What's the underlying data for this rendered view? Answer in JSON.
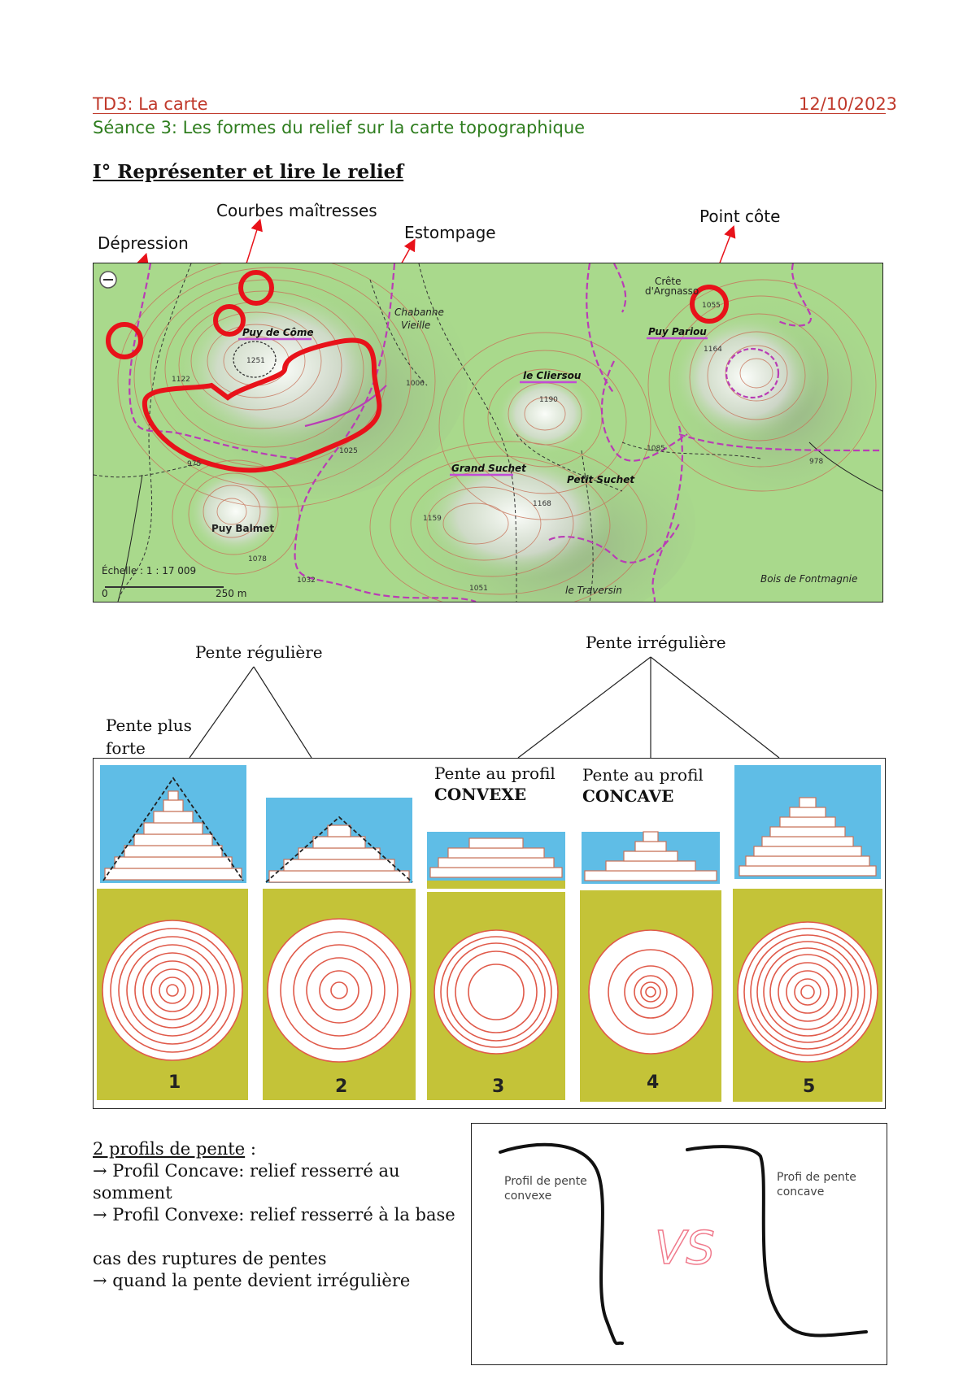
{
  "header": {
    "title": "TD3: La carte",
    "date": "12/10/2023",
    "subtitle": "Séance 3: Les formes du relief sur la carte topographique"
  },
  "section_title": "I° Représenter et lire le relief",
  "map_annotations": {
    "courbes": "Courbes maîtresses",
    "depression": "Dépression",
    "estompage": "Estompage",
    "point_cote": "Point  côte"
  },
  "map": {
    "places": {
      "puy_de_come": "Puy de Côme",
      "chabanne": "Chabanne",
      "vieille": "Vieille",
      "le_cliersou": "le Cliersou",
      "crete": "Crête",
      "argnat": "d'Argnasso",
      "puy_pariou": "Puy Pariou",
      "grand_suchet": "Grand Suchet",
      "petit_suchet": "Petit Suchet",
      "puy_balmet": "Puy Balmet",
      "traversin": "le Traversin",
      "bois": "Bois de Fontmagnie",
      "echelle": "Échelle : 1 : 17 009",
      "scale_start": "0",
      "scale_end": "250 m"
    },
    "elevations": [
      "1251",
      "1122",
      "1006",
      "1190",
      "1055",
      "1164",
      "1025",
      "975",
      "1159",
      "1168",
      "1078",
      "1032",
      "1051",
      "1085",
      "978"
    ]
  },
  "slopes": {
    "reguliere": "Pente régulière",
    "irreguliere": "Pente irrégulière",
    "plus_forte_1": "Pente plus",
    "plus_forte_2": "forte",
    "convexe_1": "Pente au profil",
    "convexe_2": "CONVEXE",
    "concave_1": "Pente au profil",
    "concave_2": "CONCAVE",
    "numbers": [
      "1",
      "2",
      "3",
      "4",
      "5"
    ]
  },
  "profiles_text": {
    "heading": "2 profils de pente",
    "colon": " :",
    "concave_a": "→  Profil   Concave:   relief   resserré   au",
    "concave_b": "somment",
    "convexe": "→ Profil Convexe: relief resserré à la base",
    "ruptures": "cas des ruptures de pentes",
    "irreg": "→ quand la pente devient irrégulière"
  },
  "profile_sketch": {
    "left_label_1": "Profil de pente",
    "left_label_2": "convexe",
    "vs": "VS",
    "right_label_1": "Profi  de pente",
    "right_label_2": "concave"
  },
  "colors": {
    "red": "#c0392b",
    "green": "#2e7d1e",
    "map_green": "#a9d98c",
    "contour": "#c8735a",
    "sky": "#5fbde6",
    "grass": "#c4c338",
    "annot_red": "#e8121a",
    "purple": "#b93db5"
  }
}
